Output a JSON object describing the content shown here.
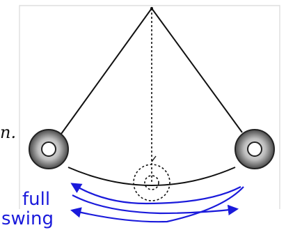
{
  "diagram": {
    "label_line1": "full",
    "label_line2": "swing",
    "stray_glyph": "n.",
    "colors": {
      "accent": "#1a1adb",
      "ink": "#111111",
      "bob_dark": "#3a3a3a",
      "bob_light": "#d9d9d9",
      "frame": "#d8d8d8"
    },
    "icons": {
      "left_bob": "pendulum-bob-icon",
      "right_bob": "pendulum-bob-icon",
      "center_bob": "dashed-bob-outline-icon"
    }
  }
}
